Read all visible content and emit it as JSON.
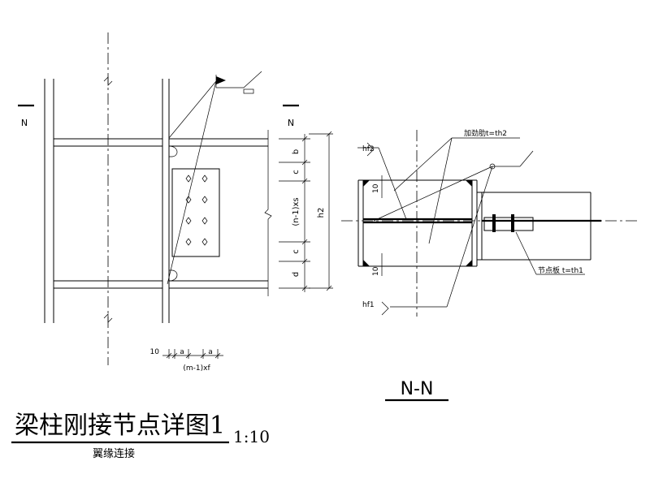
{
  "drawing": {
    "title": "梁柱刚接节点详图1",
    "scale": "1:10",
    "subtitle": "翼缘连接"
  },
  "elevation": {
    "section_mark_left": "N",
    "section_mark_right": "N",
    "dimensions": {
      "b": "b",
      "c_top": "c",
      "rows": "(n-1)xs",
      "c_bottom": "c",
      "d": "d",
      "h2": "h2"
    },
    "bottom_dims": {
      "ten": "10",
      "a1": "a",
      "a2": "a",
      "cols": "(m-1)xf"
    }
  },
  "section": {
    "label": "N-N",
    "stiffener_label": "加劲肋t=th2",
    "plate_label": "节点板 t=th1",
    "weld_top": "hf2",
    "weld_bottom": "hf1",
    "ten_top": "10",
    "ten_bottom": "10"
  },
  "colors": {
    "line": "#000000",
    "background": "#ffffff"
  }
}
